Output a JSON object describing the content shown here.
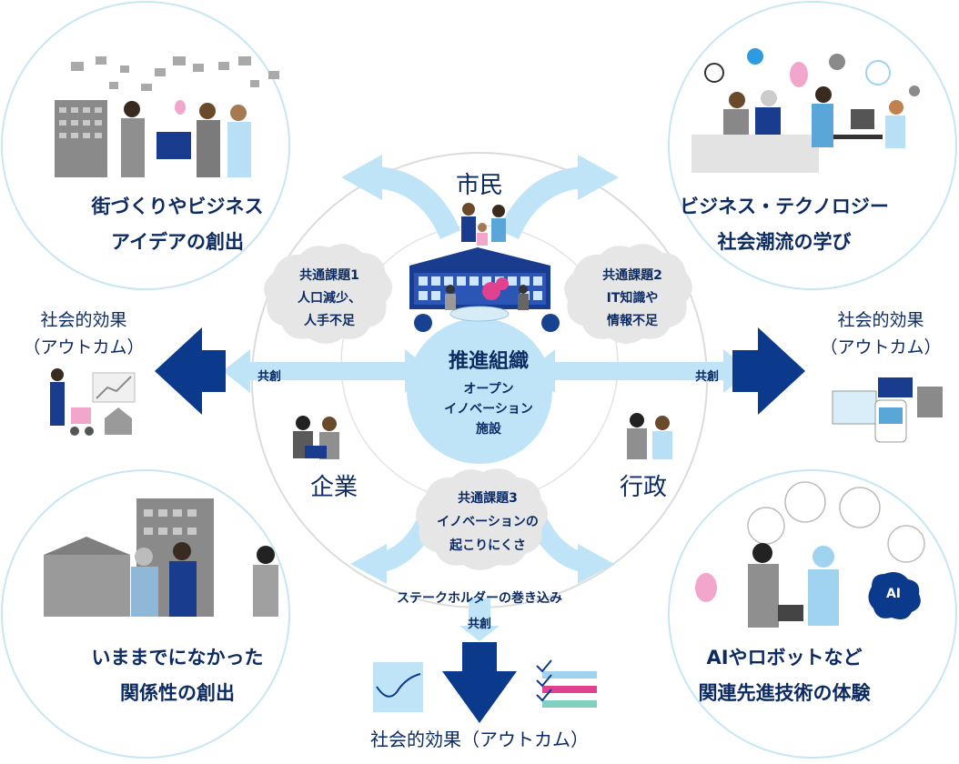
{
  "corners": {
    "top_left": [
      "街づくりやビジネス",
      "アイデアの創出"
    ],
    "top_right": [
      "ビジネス・テクノロジー",
      "社会潮流の学び"
    ],
    "bottom_left": [
      "いままでになかった",
      "関係性の創出"
    ],
    "bottom_right": [
      "AIやロボットなど",
      "関連先進技術の体験"
    ]
  },
  "stakeholders": {
    "citizen": "市民",
    "company": "企業",
    "government": "行政"
  },
  "center": {
    "title": "推進組織",
    "sub": [
      "オープン",
      "イノベーション",
      "施設"
    ]
  },
  "issues": {
    "issue1": [
      "共通課題1",
      "人口減少、",
      "人手不足"
    ],
    "issue2": [
      "共通課題2",
      "IT知識や",
      "情報不足"
    ],
    "issue3": [
      "共通課題3",
      "イノベーションの",
      "起こりにくさ"
    ]
  },
  "cocreation": "共創",
  "stakeholder_involvement": "ステークホルダーの巻き込み",
  "outcome_side": [
    "社会的効果",
    "（アウトカム）"
  ],
  "outcome_bottom": "社会的効果（アウトカム）",
  "ai_badge": "AI",
  "colors": {
    "navy": "#0b3a8c",
    "light_blue": "#bfe4f7",
    "circle_stroke": "#c7e6f5",
    "text_navy": "#0d2b63",
    "cloud_gray": "#e6e6e6",
    "center_fill": "#bfe4f7"
  }
}
